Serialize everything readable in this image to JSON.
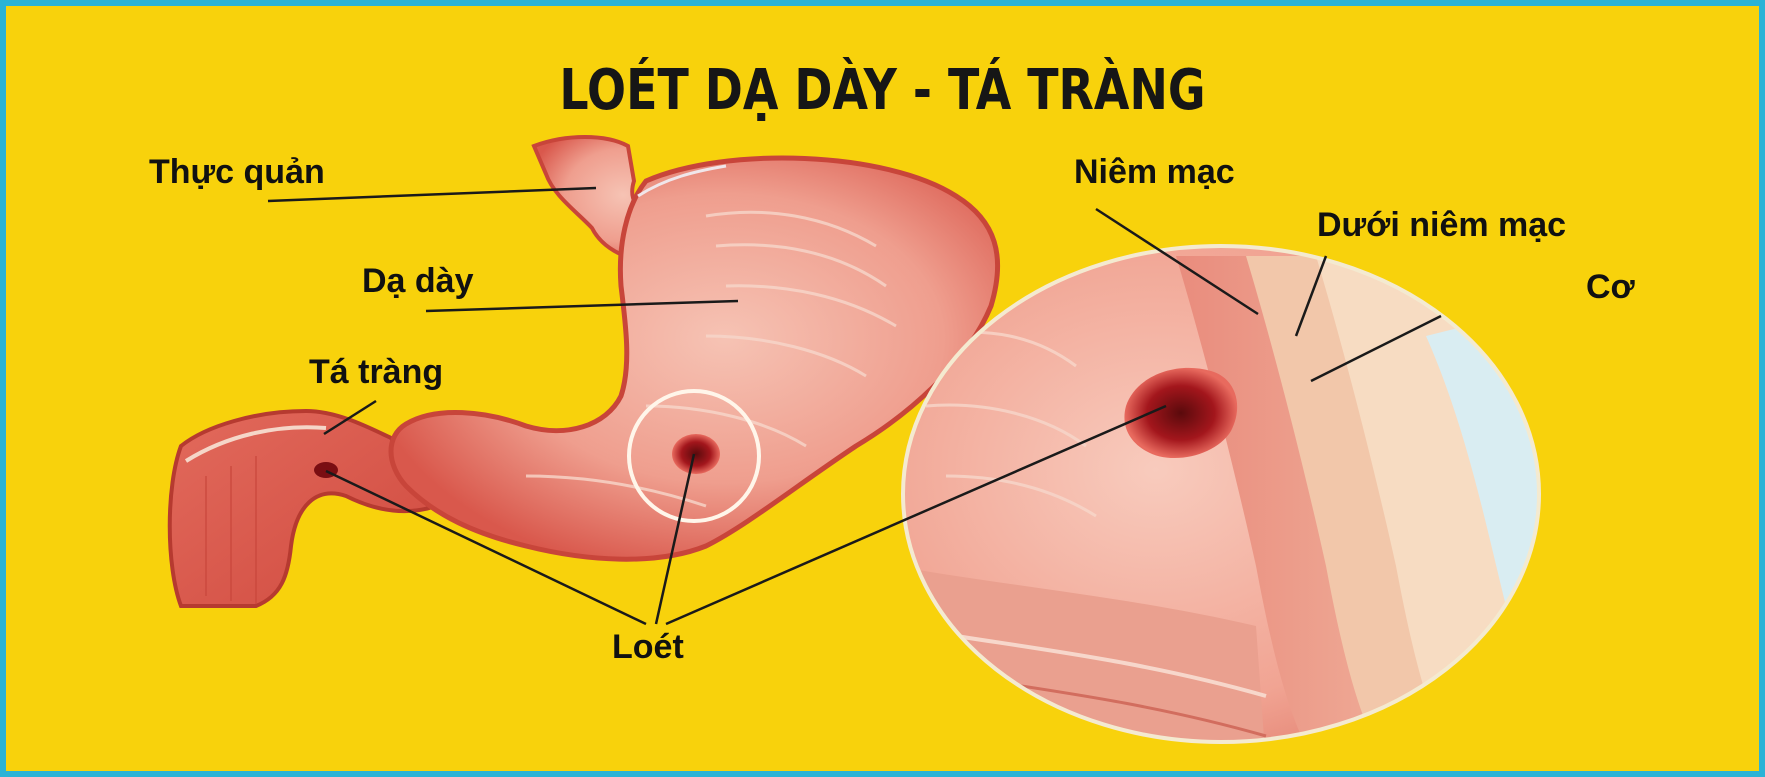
{
  "title": "LOÉT DẠ DÀY - TÁ TRÀNG",
  "labels": {
    "esophagus": "Thực quản",
    "stomach": "Dạ dày",
    "duodenum": "Tá tràng",
    "mucosa": "Niêm mạc",
    "submucosa": "Dưới niêm mạc",
    "muscle": "Cơ",
    "ulcer": "Loét"
  },
  "colors": {
    "background": "#f8d20c",
    "border": "#2bb3d6",
    "tissue": "#e8897a",
    "ulcer": "#a3161c"
  }
}
